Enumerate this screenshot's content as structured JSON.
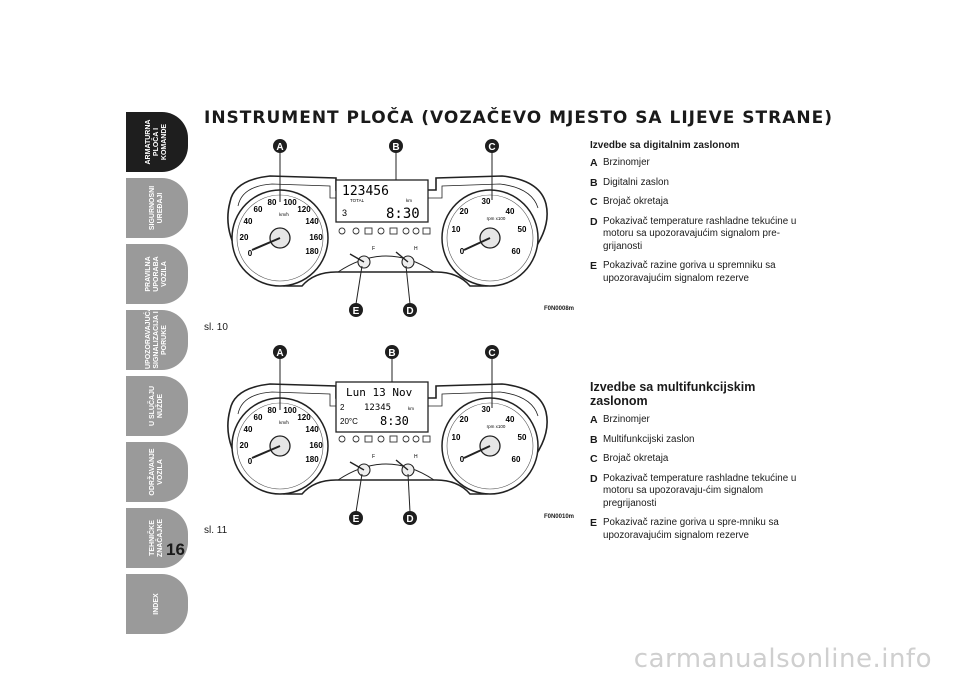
{
  "sidebar": {
    "tabs": [
      {
        "label": "ARMATURNA\nPLOČA I\nKOMANDE",
        "active": true
      },
      {
        "label": "SIGURNOSNI\nUREĐAJI",
        "active": false
      },
      {
        "label": "PRAVILNA\nUPORABA\nVOZILA",
        "active": false
      },
      {
        "label": "UPOZORAVAJUĆA\nSIGNALIZACIJA I\nPORUKE",
        "active": false
      },
      {
        "label": "U SLUČAJU\nNUŽDE",
        "active": false
      },
      {
        "label": "ODRŽAVANJE\nVOZILA",
        "active": false
      },
      {
        "label": "TEHNIČKE\nZNAČAJKE",
        "active": false
      },
      {
        "label": "INDEX",
        "active": false
      }
    ]
  },
  "page": {
    "number": "16",
    "title": "INSTRUMENT PLOČA (VOZAČEVO MJESTO SA LIJEVE STRANE)"
  },
  "figures": [
    {
      "caption": "sl. 10",
      "code": "F0N0008m",
      "callouts": [
        "A",
        "B",
        "C",
        "D",
        "E"
      ],
      "speedo_labels": [
        "0",
        "20",
        "40",
        "60",
        "80",
        "100",
        "120",
        "140",
        "160",
        "180"
      ],
      "speedo_unit": "km/h",
      "tacho_labels": [
        "0",
        "10",
        "20",
        "30",
        "40",
        "50",
        "60"
      ],
      "tacho_unit": "rpm x100",
      "display_line1": "123456",
      "display_line1_sub": "TOTAL",
      "display_line1_unit": "km",
      "display_line2_left": "3",
      "display_line2_time": "8:30",
      "fuel_labels": [
        "F",
        "H"
      ]
    },
    {
      "caption": "sl. 11",
      "code": "F0N0010m",
      "callouts": [
        "A",
        "B",
        "C",
        "D",
        "E"
      ],
      "speedo_labels": [
        "0",
        "20",
        "40",
        "60",
        "80",
        "100",
        "120",
        "140",
        "160",
        "180"
      ],
      "speedo_unit": "km/h",
      "tacho_labels": [
        "0",
        "10",
        "20",
        "30",
        "40",
        "50",
        "60"
      ],
      "tacho_unit": "rpm x100",
      "display_line1": "Lun 13 Nov",
      "display_line2_left": "2",
      "display_line2_value": "12345",
      "display_line2_unit": "km",
      "display_line3_left": "20°C",
      "display_line3_time": "8:30",
      "fuel_labels": [
        "F",
        "H"
      ]
    }
  ],
  "legend_digital": {
    "heading": "Izvedbe sa digitalnim zaslonom",
    "items": [
      {
        "key": "A",
        "text": "Brzinomjer"
      },
      {
        "key": "B",
        "text": "Digitalni zaslon"
      },
      {
        "key": "C",
        "text": "Brojač okretaja"
      },
      {
        "key": "D",
        "text": "Pokazivač temperature rashladne tekućine u motoru sa upozoravajućim signalom pre-grijanosti"
      },
      {
        "key": "E",
        "text": "Pokazivač razine goriva u spremniku sa upozoravajućim signalom rezerve"
      }
    ]
  },
  "legend_multi": {
    "heading": "Izvedbe sa multifunkcijskim zaslonom",
    "items": [
      {
        "key": "A",
        "text": "Brzinomjer"
      },
      {
        "key": "B",
        "text": "Multifunkcijski zaslon"
      },
      {
        "key": "C",
        "text": "Brojač okretaja"
      },
      {
        "key": "D",
        "text": "Pokazivač temperature rashladne tekućine u motoru sa upozoravaju-ćim signalom pregrijanosti"
      },
      {
        "key": "E",
        "text": "Pokazivač razine goriva u spre-mniku sa upozoravajućim signalom rezerve"
      }
    ]
  },
  "watermark": "carmanualsonline.info"
}
